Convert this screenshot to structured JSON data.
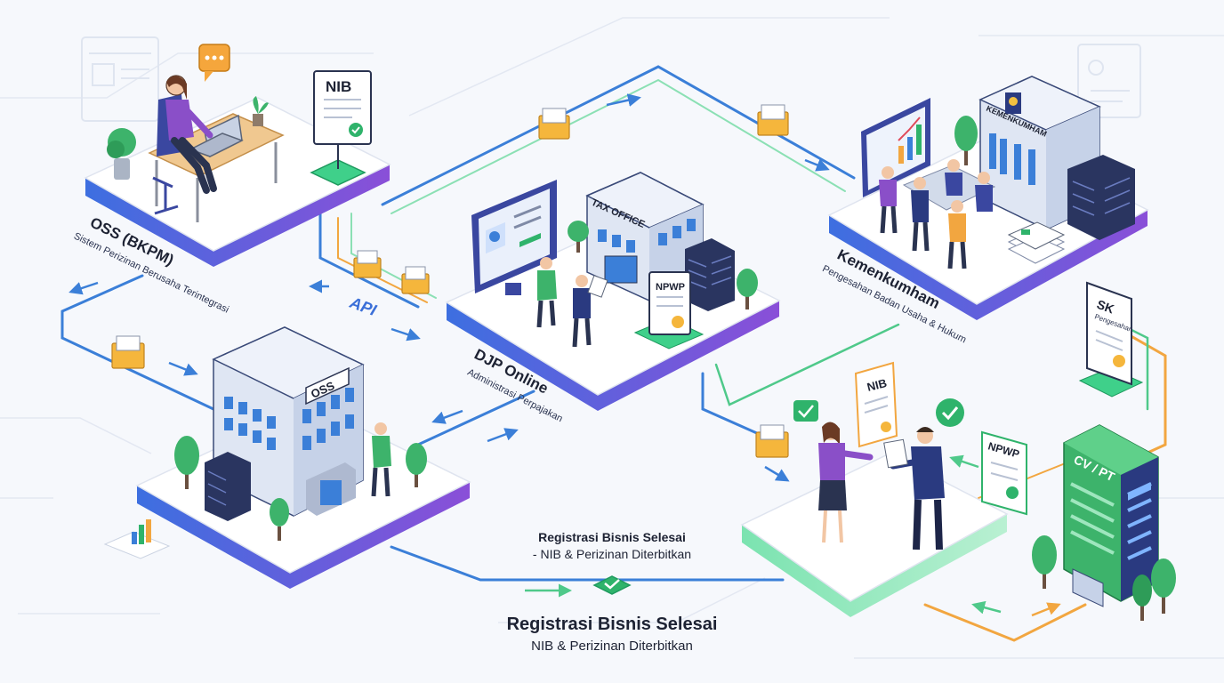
{
  "platforms": {
    "oss_bkpm": {
      "title": "OSS (BKPM)",
      "subtitle": "Sistem Perizinan Berusaha Terintegrasi"
    },
    "djp": {
      "title": "DJP Online",
      "subtitle": "Administrasi Perpajakan"
    },
    "kemenkumham": {
      "title": "Kemenkumham",
      "subtitle": "Pengesahan Badan Usaha & Hukum"
    }
  },
  "api_label": "API",
  "documents": {
    "nib_1": "NIB",
    "npwp_1": "NPWP",
    "sk": "SK",
    "sk_sub": "Pengesahan",
    "nib_2": "NIB",
    "npwp_2": "NPWP"
  },
  "buildings": {
    "oss_sign": "OSS",
    "tax_office_sign": "TAX OFFICE",
    "kemenkumham_sign": "KEMENKUMHAM",
    "cvpt_sign": "CV / PT"
  },
  "completion_small": {
    "title": "Registrasi Bisnis Selesai",
    "subtitle": "- NIB & Perizinan Diterbitkan"
  },
  "completion_main": {
    "title": "Registrasi Bisnis Selesai",
    "subtitle": "NIB & Perizinan Diterbitkan"
  },
  "colors": {
    "platform_top": "#ffffff",
    "platform_edge": "#6a4fd8",
    "flow_blue": "#3b7fd8",
    "flow_green": "#4fc98a",
    "flow_orange": "#f2a640",
    "accent_green": "#2fb36b",
    "folder": "#f5b63c",
    "building_blue": "#3b7fd8",
    "text_dark": "#1d2233"
  }
}
